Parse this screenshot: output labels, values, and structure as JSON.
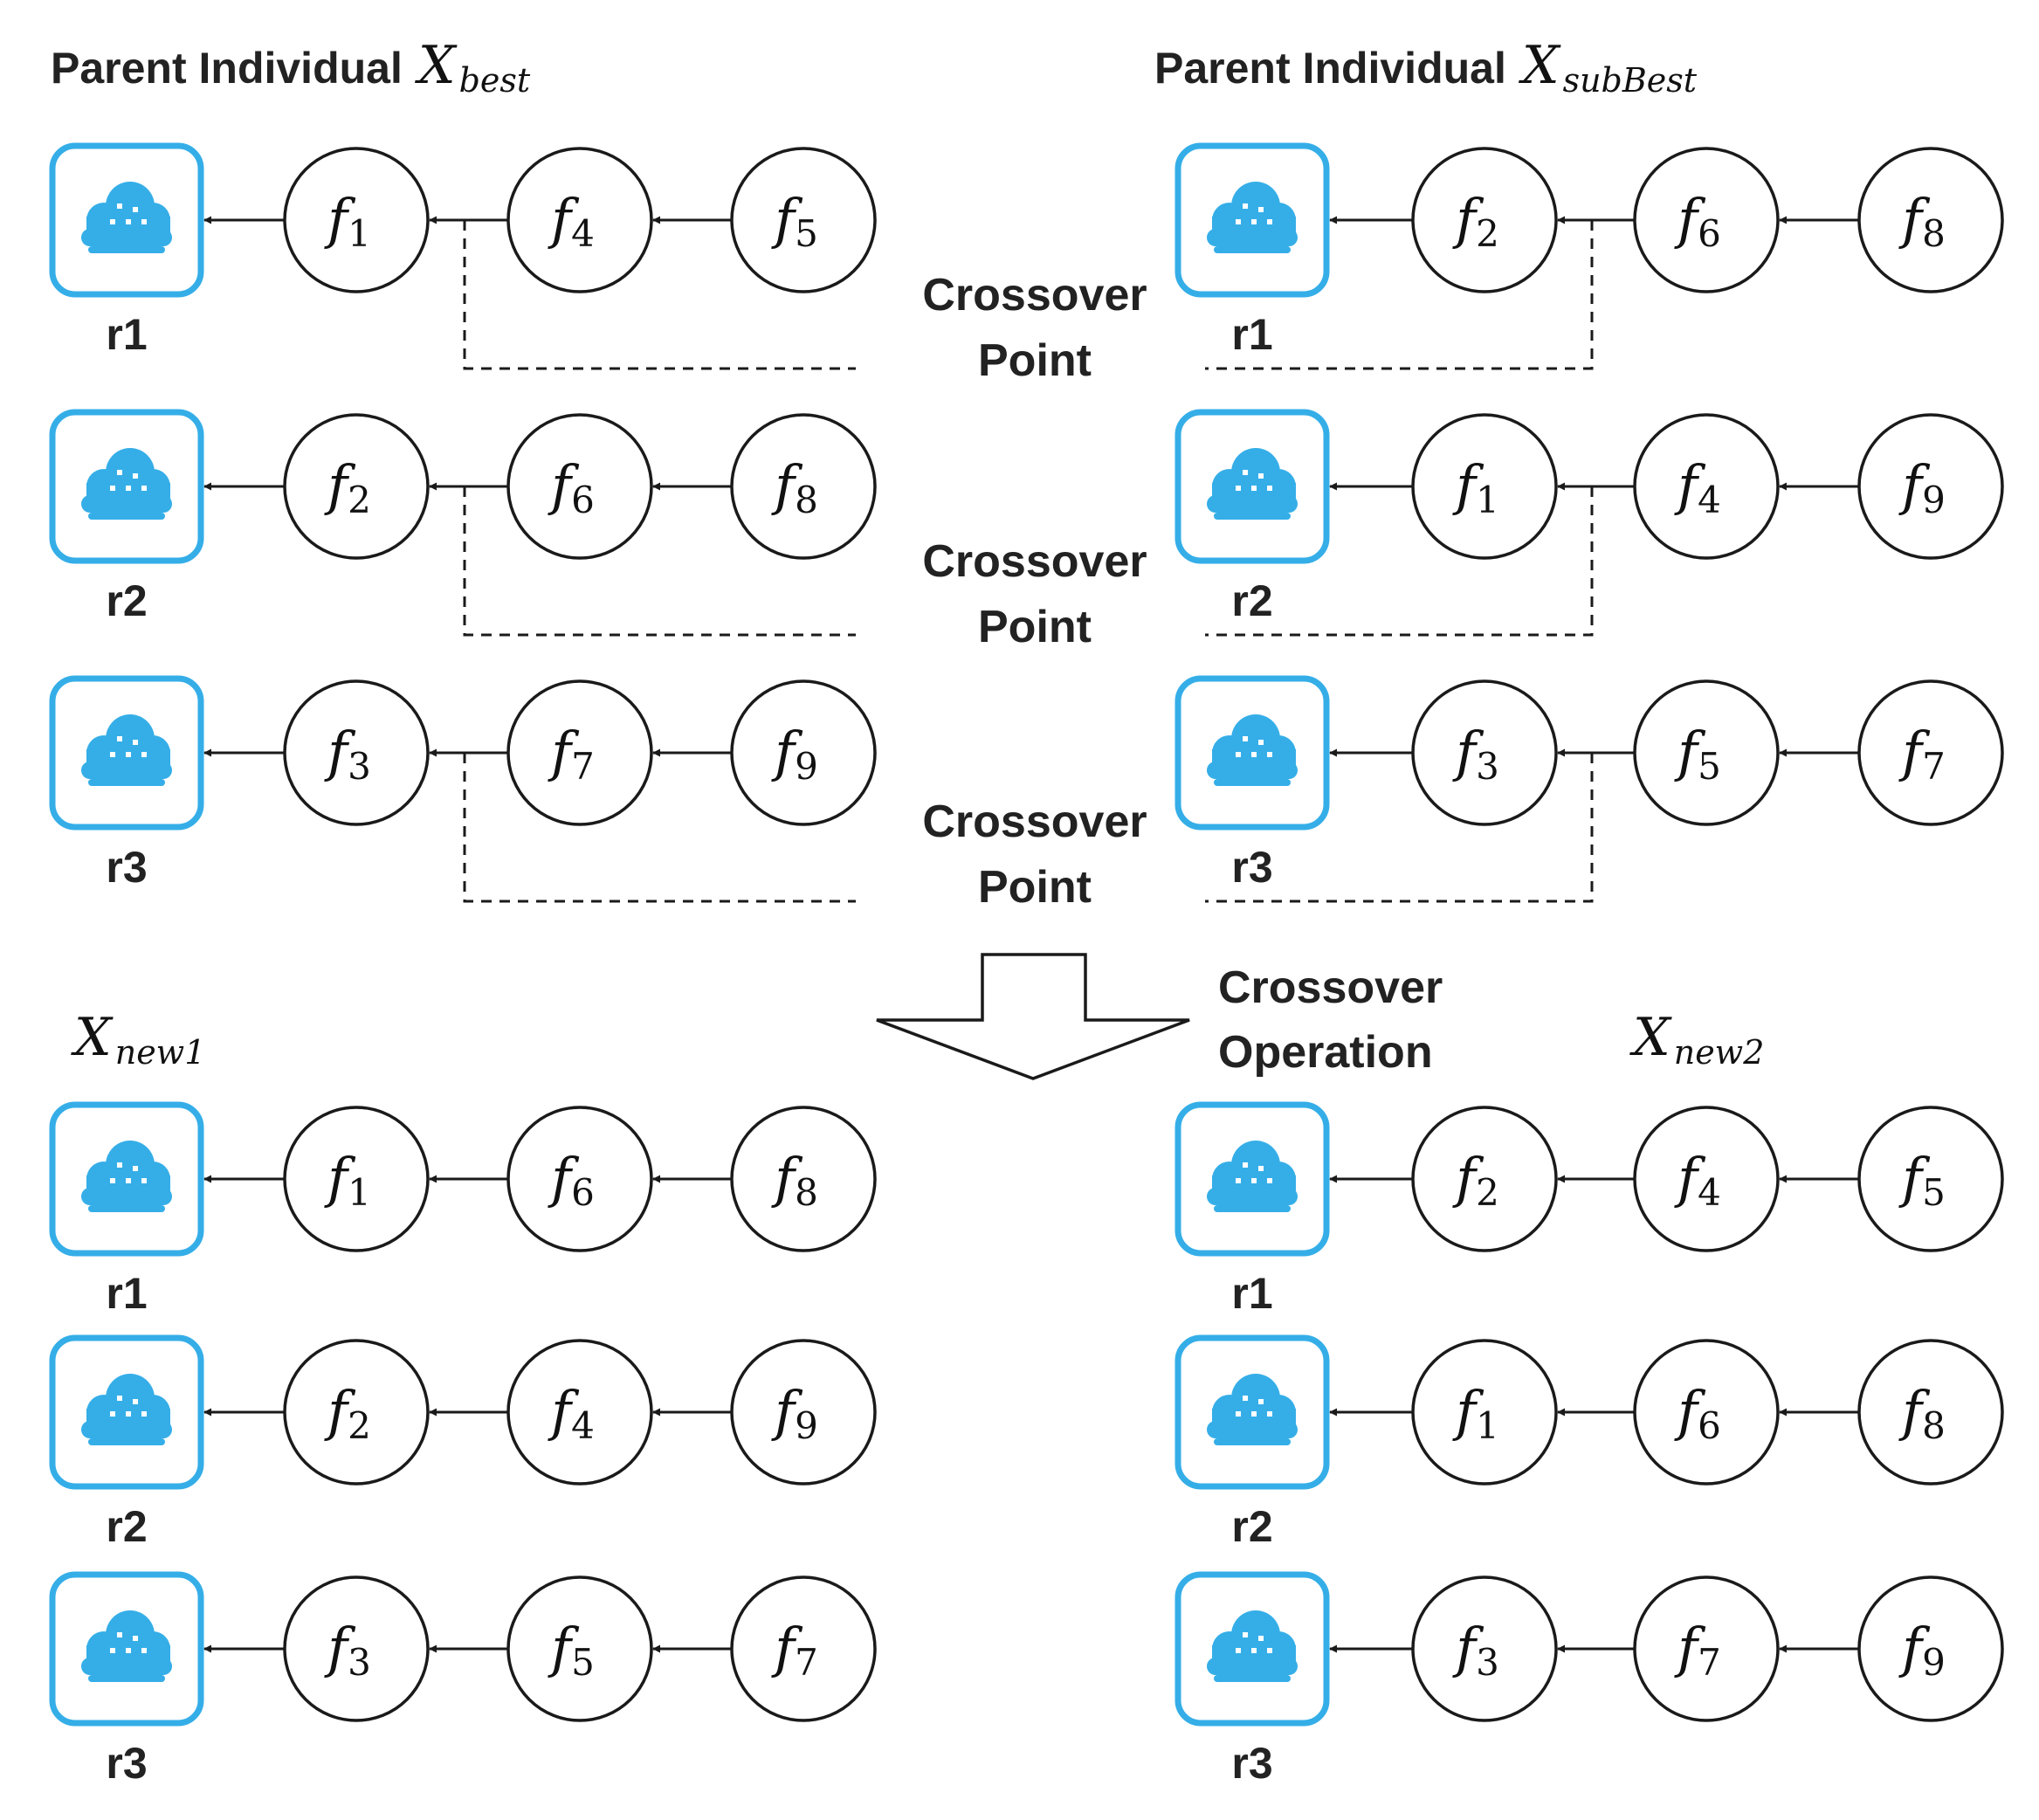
{
  "colors": {
    "accent": "#35aee8",
    "ink": "#1a1a1a"
  },
  "icon": "cloud-server-icon",
  "labels": {
    "crossover_point_line1": "Crossover",
    "crossover_point_line2": "Point",
    "operation_line1": "Crossover",
    "operation_line2": "Operation"
  },
  "panels": {
    "best": {
      "title_prefix": "Parent Individual",
      "var_base": "X",
      "var_sub": "best",
      "rows": [
        {
          "label": "r1",
          "nodes": [
            "1",
            "4",
            "5"
          ]
        },
        {
          "label": "r2",
          "nodes": [
            "2",
            "6",
            "8"
          ]
        },
        {
          "label": "r3",
          "nodes": [
            "3",
            "7",
            "9"
          ]
        }
      ]
    },
    "subbest": {
      "title_prefix": "Parent Individual",
      "var_base": "X",
      "var_sub": "subBest",
      "rows": [
        {
          "label": "r1",
          "nodes": [
            "2",
            "6",
            "8"
          ]
        },
        {
          "label": "r2",
          "nodes": [
            "1",
            "4",
            "9"
          ]
        },
        {
          "label": "r3",
          "nodes": [
            "3",
            "5",
            "7"
          ]
        }
      ]
    },
    "new1": {
      "title_prefix": "",
      "var_base": "X",
      "var_sub": "new1",
      "rows": [
        {
          "label": "r1",
          "nodes": [
            "1",
            "6",
            "8"
          ]
        },
        {
          "label": "r2",
          "nodes": [
            "2",
            "4",
            "9"
          ]
        },
        {
          "label": "r3",
          "nodes": [
            "3",
            "5",
            "7"
          ]
        }
      ]
    },
    "new2": {
      "title_prefix": "",
      "var_base": "X",
      "var_sub": "new2",
      "rows": [
        {
          "label": "r1",
          "nodes": [
            "2",
            "4",
            "5"
          ]
        },
        {
          "label": "r2",
          "nodes": [
            "1",
            "6",
            "8"
          ]
        },
        {
          "label": "r3",
          "nodes": [
            "3",
            "7",
            "9"
          ]
        }
      ]
    }
  }
}
